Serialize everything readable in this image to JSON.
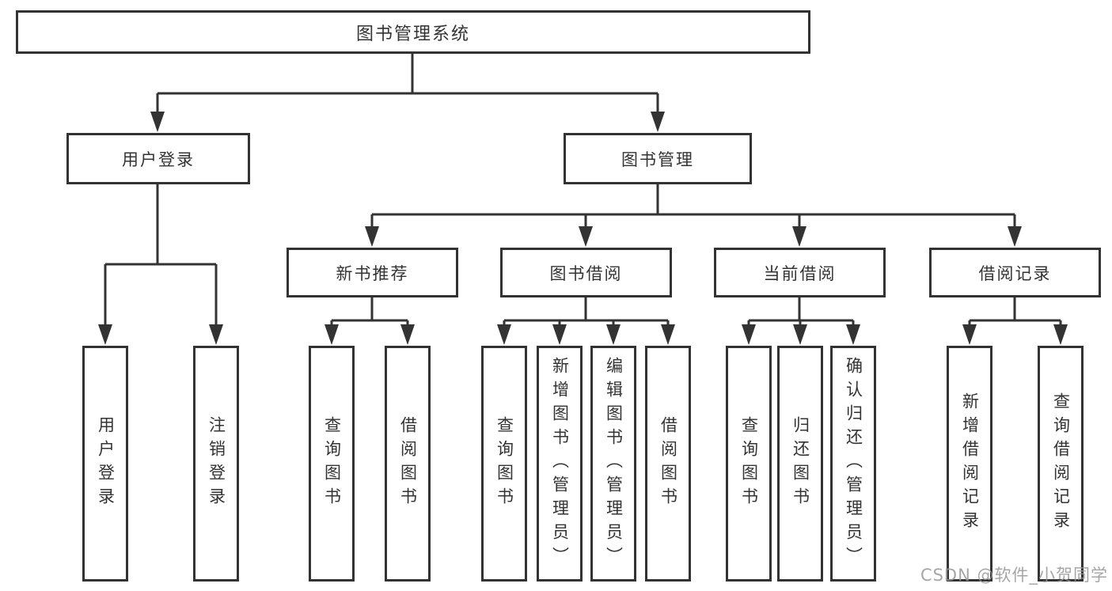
{
  "colors": {
    "line": "#333333",
    "box_background": "#ffffff",
    "text": "#333333",
    "watermark": "#969696"
  },
  "diagram": {
    "root": {
      "label": "图书管理系统",
      "children": [
        {
          "label": "用户登录",
          "children": [
            {
              "label": "用户登录"
            },
            {
              "label": "注销登录"
            }
          ]
        },
        {
          "label": "图书管理",
          "children": [
            {
              "label": "新书推荐",
              "children": [
                {
                  "label": "查询图书"
                },
                {
                  "label": "借阅图书"
                }
              ]
            },
            {
              "label": "图书借阅",
              "children": [
                {
                  "label": "查询图书"
                },
                {
                  "label": "新增图书（管理员）"
                },
                {
                  "label": "编辑图书（管理员）"
                },
                {
                  "label": "借阅图书"
                }
              ]
            },
            {
              "label": "当前借阅",
              "children": [
                {
                  "label": "查询图书"
                },
                {
                  "label": "归还图书"
                },
                {
                  "label": "确认归还（管理员）"
                }
              ]
            },
            {
              "label": "借阅记录",
              "children": [
                {
                  "label": "新增借阅记录"
                },
                {
                  "label": "查询借阅记录"
                }
              ]
            }
          ]
        }
      ]
    }
  },
  "watermark": {
    "text": "CSDN @软件_小贺同学"
  }
}
